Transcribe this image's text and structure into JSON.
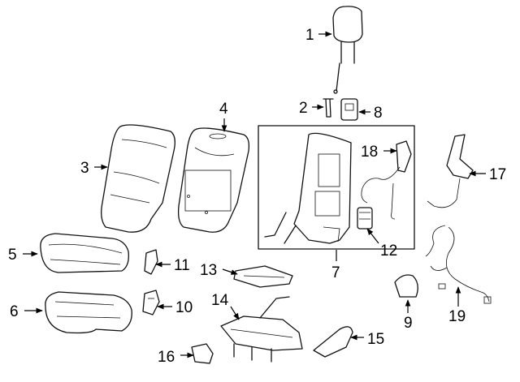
{
  "diagram": {
    "callouts": [
      {
        "id": "1",
        "label": "1"
      },
      {
        "id": "2",
        "label": "2"
      },
      {
        "id": "3",
        "label": "3"
      },
      {
        "id": "4",
        "label": "4"
      },
      {
        "id": "5",
        "label": "5"
      },
      {
        "id": "6",
        "label": "6"
      },
      {
        "id": "7",
        "label": "7"
      },
      {
        "id": "8",
        "label": "8"
      },
      {
        "id": "9",
        "label": "9"
      },
      {
        "id": "10",
        "label": "10"
      },
      {
        "id": "11",
        "label": "11"
      },
      {
        "id": "12",
        "label": "12"
      },
      {
        "id": "13",
        "label": "13"
      },
      {
        "id": "14",
        "label": "14"
      },
      {
        "id": "15",
        "label": "15"
      },
      {
        "id": "16",
        "label": "16"
      },
      {
        "id": "17",
        "label": "17"
      },
      {
        "id": "18",
        "label": "18"
      },
      {
        "id": "19",
        "label": "19"
      }
    ],
    "line_color": "#111111",
    "background_color": "#ffffff"
  }
}
